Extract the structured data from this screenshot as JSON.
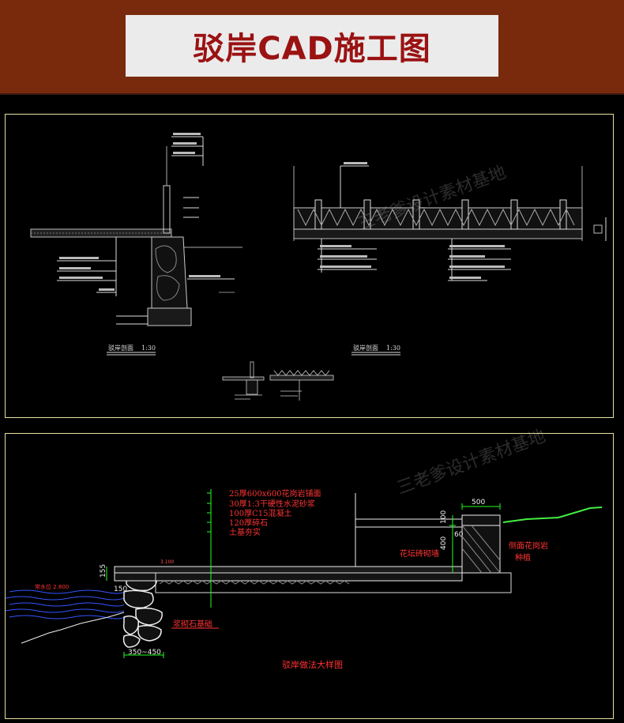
{
  "header": {
    "title": "驳岸CAD施工图",
    "bg_color": "#7a2a0c",
    "title_color": "#9a1212"
  },
  "top_panel": {
    "left_section_label": "驳岸剖面",
    "left_scale": "1:30",
    "right_section_label": "驳岸剖面",
    "right_scale": "1:30",
    "watermark": "三老爹设计素材基地"
  },
  "bottom_panel": {
    "watermark": "三老爹设计素材基地",
    "layers": [
      "25厚600x600花岗岩铺面",
      "30厚1:3干硬性水泥砂浆",
      "100厚C15混凝土",
      "120厚碎石",
      "土基夯实"
    ],
    "dim_500": "500",
    "dim_100": "100",
    "dim_400": "400",
    "dim_60": "60",
    "dim_155": "155",
    "dim_150": "150",
    "dim_width": "350~450",
    "elev_label": "3.100",
    "water_label": "常水位 2.800",
    "label_planter_wall": "花坛砖砌墙",
    "label_planter_surface": "侧面花岗岩",
    "label_planter_soil": "种植",
    "label_stone": "浆砌石基础",
    "caption": "驳岸做法大样图"
  }
}
